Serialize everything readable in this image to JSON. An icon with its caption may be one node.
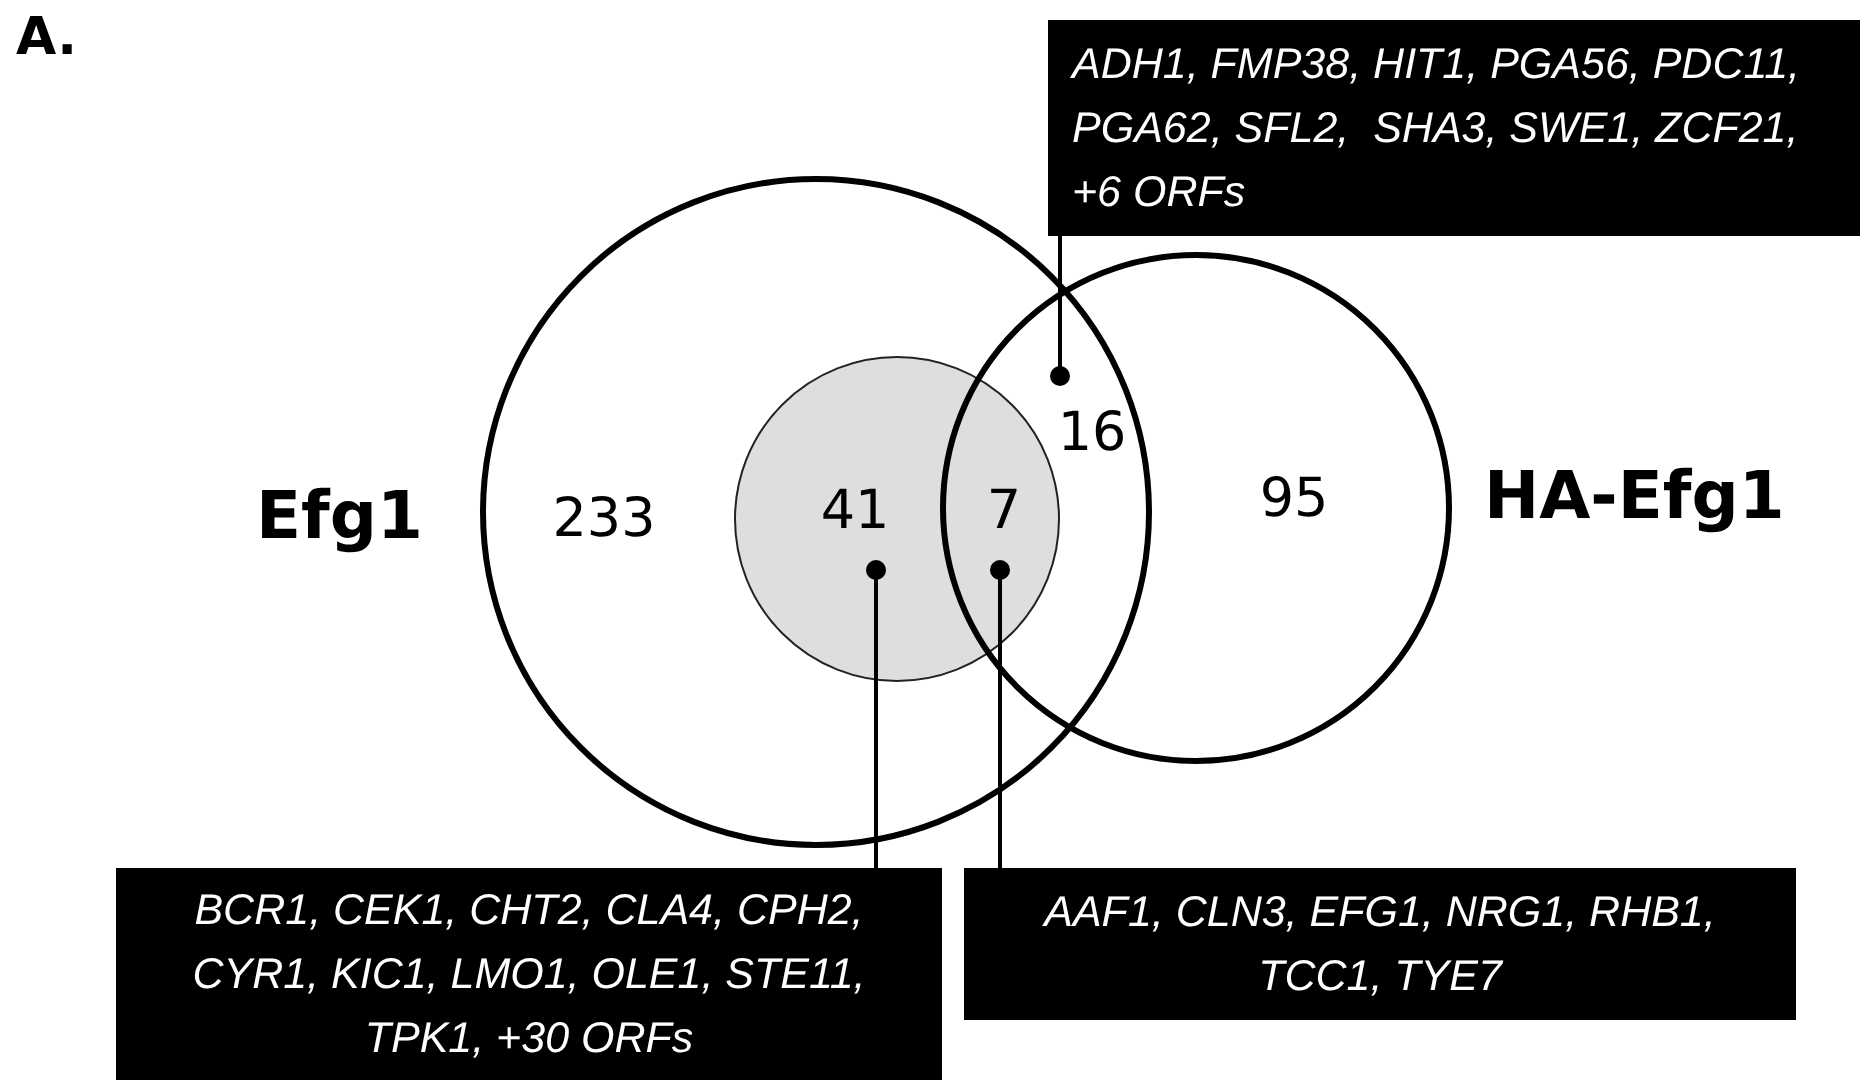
{
  "diagram": {
    "nodes": [
      {
        "text": [],
        "shape": "circle",
        "beside": [
          "Efg1"
        ]
      },
      {
        "text": [],
        "shape": "circle",
        "in": 0
      },
      {
        "text": [],
        "shape": "circle",
        "beside": [
          "HA-Efg1"
        ]
      },
      {
        "text": [
          "233"
        ],
        "in": 0
      },
      {
        "text": [
          "41"
        ],
        "in": 1
      },
      {
        "text": [
          "7"
        ]
      },
      {
        "text": [
          "16"
        ]
      },
      {
        "text": [
          "95"
        ],
        "in": 2
      },
      {
        "text": [
          "ADH1, FMP38, HIT1, PGA56, PDC11, PGA62, SFL2,  SHA3, SWE1, ZCF21, +6 ORFs"
        ]
      },
      {
        "text": [
          "BCR1, CEK1, CHT2, CLA4, CPH2, CYR1, KIC1, LMO1, OLE1, STE11, TPK1, +30 ORFs"
        ]
      },
      {
        "text": [
          "AAF1, CLN3, EFG1, NRG1, RHB1, TCC1, TYE7"
        ]
      }
    ],
    "edges": [
      {
        "from": 8,
        "to": 6,
        "arrow": "other"
      },
      {
        "from": 9,
        "to": 4,
        "arrow": "other"
      },
      {
        "from": 10,
        "to": 5,
        "arrow": "other"
      }
    ],
    "labels": [
      "A."
    ]
  }
}
